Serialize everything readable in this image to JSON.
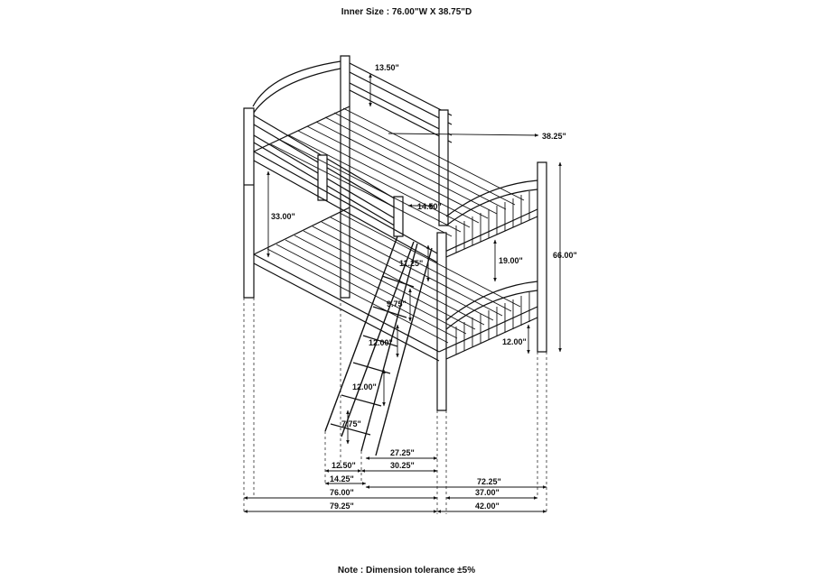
{
  "header": {
    "title": "Inner Size : 76.00\"W X 38.75\"D"
  },
  "footer": {
    "note": "Note : Dimension tolerance ±5%"
  },
  "dimensions": {
    "d_13_50": "13.50\"",
    "d_38_25": "38.25\"",
    "d_14_50": "14.50\"",
    "d_33_00": "33.00\"",
    "d_66_00": "66.00\"",
    "d_19_00": "19.00\"",
    "d_11_25": "11.25\"",
    "d_9_75": "9.75\"",
    "d_12_00_a": "12.00\"",
    "d_12_00_b": "12.00\"",
    "d_12_00_c": "12.00\"",
    "d_7_75": "7.75\"",
    "d_27_25": "27.25\"",
    "d_12_50": "12.50\"",
    "d_30_25": "30.25\"",
    "d_14_25": "14.25\"",
    "d_72_25": "72.25\"",
    "d_76_00": "76.00\"",
    "d_37_00": "37.00\"",
    "d_79_25": "79.25\"",
    "d_42_00": "42.00\""
  }
}
